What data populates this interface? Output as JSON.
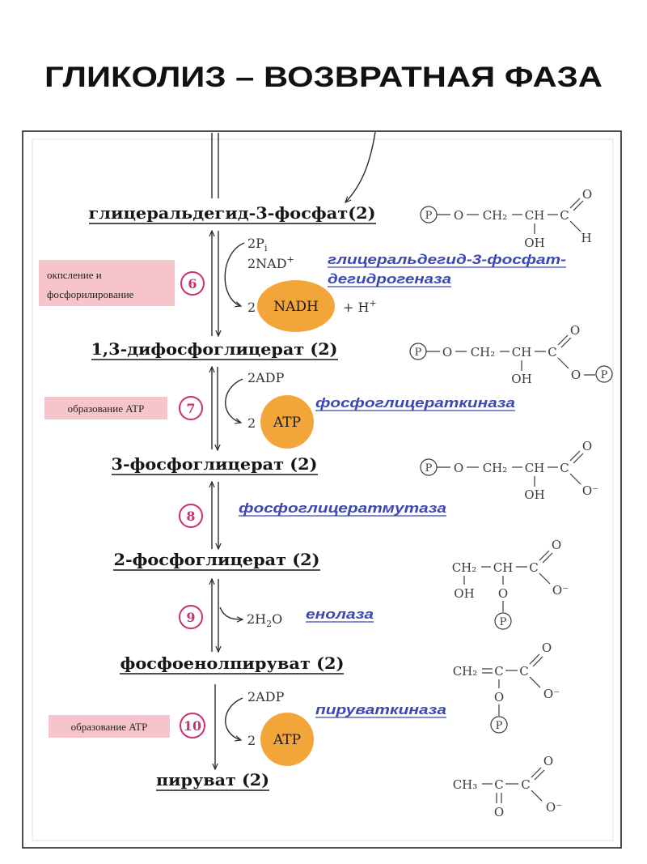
{
  "title": "ГЛИКОЛИЗ – ВОЗВРАТНАЯ ФАЗА",
  "colors": {
    "orange": "#f2a63a",
    "label_pink": "#f6c5cb",
    "step_magenta": "#c9306f",
    "enzyme_blue": "#3a47b4"
  },
  "metabolites": [
    "глицеральдегид-3-фосфат(2)",
    "1,3-дифосфоглицерат (2)",
    "3-фосфоглицерат (2)",
    "2-фосфоглицерат (2)",
    "фосфоенолпируват (2)",
    "пируват (2)"
  ],
  "steps": {
    "s6": {
      "number": "6",
      "label": [
        "окпсление и",
        "фосфорилирование"
      ],
      "enzyme": [
        "глицеральдегид-3-фосфат-",
        "дегидрогеназа"
      ],
      "in1": "2P",
      "in1_sub": "i",
      "in2": "2NAD",
      "in2_sup": "+",
      "out_coef": "2",
      "out": "NADH",
      "extra": "+ H",
      "extra_sup": "+"
    },
    "s7": {
      "number": "7",
      "label": "образование ATP",
      "enzyme": "фосфоглицераткиназа",
      "in": "2ADP",
      "out_coef": "2",
      "out": "ATP"
    },
    "s8": {
      "number": "8",
      "enzyme": "фосфоглицератмутаза"
    },
    "s9": {
      "number": "9",
      "enzyme": "енолаза",
      "out": "2H",
      "out_sub": "2",
      "out_tail": "O"
    },
    "s10": {
      "number": "10",
      "label": "образование ATP",
      "enzyme": "пируваткиназа",
      "in": "2ADP",
      "out_coef": "2",
      "out": "ATP"
    }
  },
  "structures": {
    "s1": [
      "P",
      "O",
      "CH₂",
      "CH",
      "C",
      "O",
      "H",
      "OH"
    ],
    "s2": [
      "P",
      "O",
      "CH₂",
      "CH",
      "C",
      "O",
      "O",
      "P",
      "OH"
    ],
    "s3": [
      "P",
      "O",
      "CH₂",
      "CH",
      "C",
      "O",
      "O⁻",
      "OH"
    ],
    "s4": [
      "CH₂",
      "CH",
      "C",
      "O",
      "O⁻",
      "OH",
      "O",
      "P"
    ],
    "s5": [
      "CH₂",
      "C",
      "C",
      "O",
      "O⁻",
      "O",
      "P"
    ],
    "s6": [
      "CH₃",
      "C",
      "C",
      "O",
      "O⁻",
      "O"
    ]
  }
}
